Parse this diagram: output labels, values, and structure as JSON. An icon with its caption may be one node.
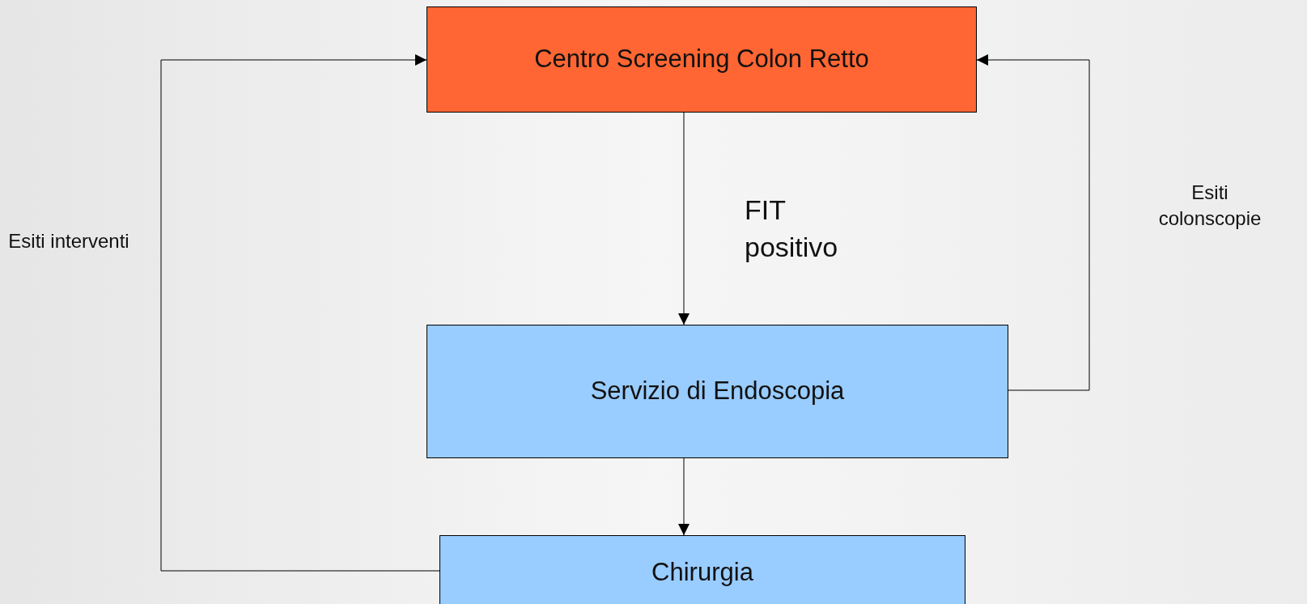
{
  "diagram": {
    "nodes": [
      {
        "text": [
          "Centro Screening Colon Retto"
        ]
      },
      {
        "text": [
          "Servizio di Endoscopia"
        ]
      },
      {
        "text": [
          "Chirurgia"
        ]
      }
    ],
    "edges": [
      {
        "from": 0,
        "to": 1,
        "arrow": "to",
        "label": "FIT positivo"
      },
      {
        "from": 1,
        "to": 0,
        "arrow": "to",
        "label": "Esiti colonscopie"
      },
      {
        "from": 1,
        "to": 2,
        "arrow": "to"
      },
      {
        "from": 2,
        "to": 0,
        "arrow": "to",
        "label": "Esiti interventi"
      }
    ]
  }
}
